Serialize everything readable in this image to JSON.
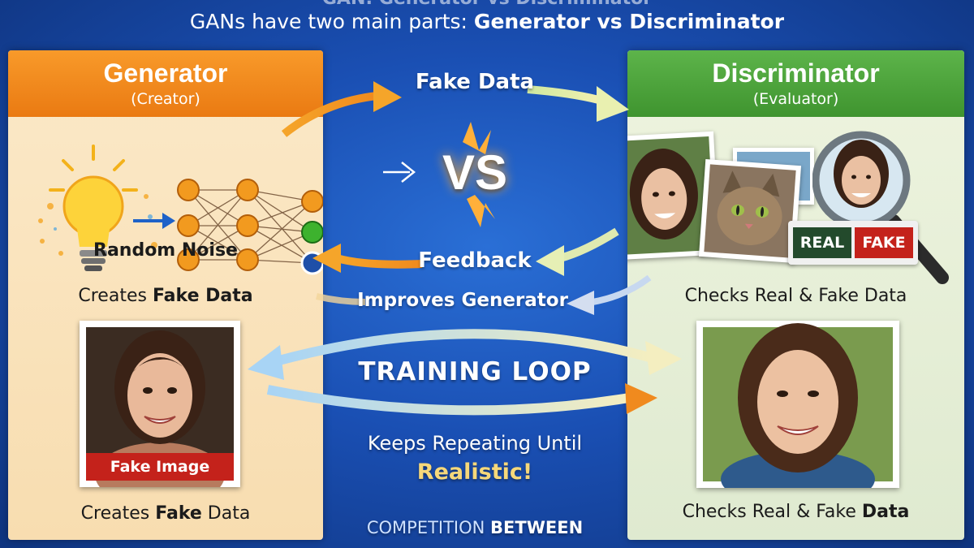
{
  "header": {
    "cut_line": "GAN: Generator vs Discriminator",
    "subtitle_prefix": "GANs have two main parts: ",
    "subtitle_bold": "Generator vs Discriminator"
  },
  "generator": {
    "title": "Generator",
    "subtitle": "(Creator)",
    "noise_label": "Random Noise",
    "creates_prefix": "Creates ",
    "creates_bold": "Fake Data",
    "image_label": "Fake Image",
    "bottom_prefix": "Creates ",
    "bottom_bold": "Fake",
    "bottom_suffix": " Data"
  },
  "discriminator": {
    "title": "Discriminator",
    "subtitle": "(Evaluator)",
    "real_label": "REAL",
    "fake_label": "FAKE",
    "checks_label": "Checks Real & Fake Data",
    "bottom_prefix": "Checks Real & Fake ",
    "bottom_bold": "Data"
  },
  "middle": {
    "fake_data": "Fake Data",
    "vs": "VS",
    "feedback": "Feedback",
    "improves": "Improves Generator",
    "training_loop": "TRAINING LOOP",
    "keeps": "Keeps Repeating Until",
    "realistic": "Realistic!",
    "competition_prefix": "COMPETITION ",
    "competition_bold": "BETWEEN"
  },
  "colors": {
    "generator_accent": "#f08a1e",
    "discriminator_accent": "#4aa33a",
    "background": "#1a4fb3",
    "fake_badge": "#c4221b",
    "real_badge": "#234a2c"
  },
  "icons": [
    "lightbulb-icon",
    "neural-network-icon",
    "magnifier-icon",
    "arrow-icon"
  ]
}
